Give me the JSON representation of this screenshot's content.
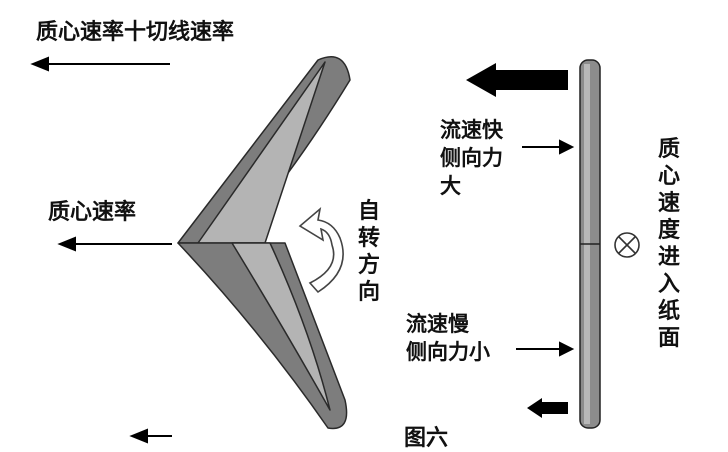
{
  "labels": {
    "top_left": "质心速率十切线速率",
    "mid_left": "质心速率",
    "rotation": "自转方向",
    "fast_side_line1": "流速快",
    "fast_side_line2": "侧向力",
    "fast_side_line3": "大",
    "slow_side_line1": "流速慢",
    "slow_side_line2": "侧向力小",
    "into_page": "质心速度进入纸面",
    "figure_caption": "图六"
  },
  "colors": {
    "dark_face": "#7d7d7d",
    "light_face": "#b4b4b4",
    "stroke": "#2a2a2a",
    "arrow": "#000000"
  },
  "icons": {
    "rotation": "curved-arrow-icon",
    "velocity_into_page": "circle-cross-icon"
  }
}
